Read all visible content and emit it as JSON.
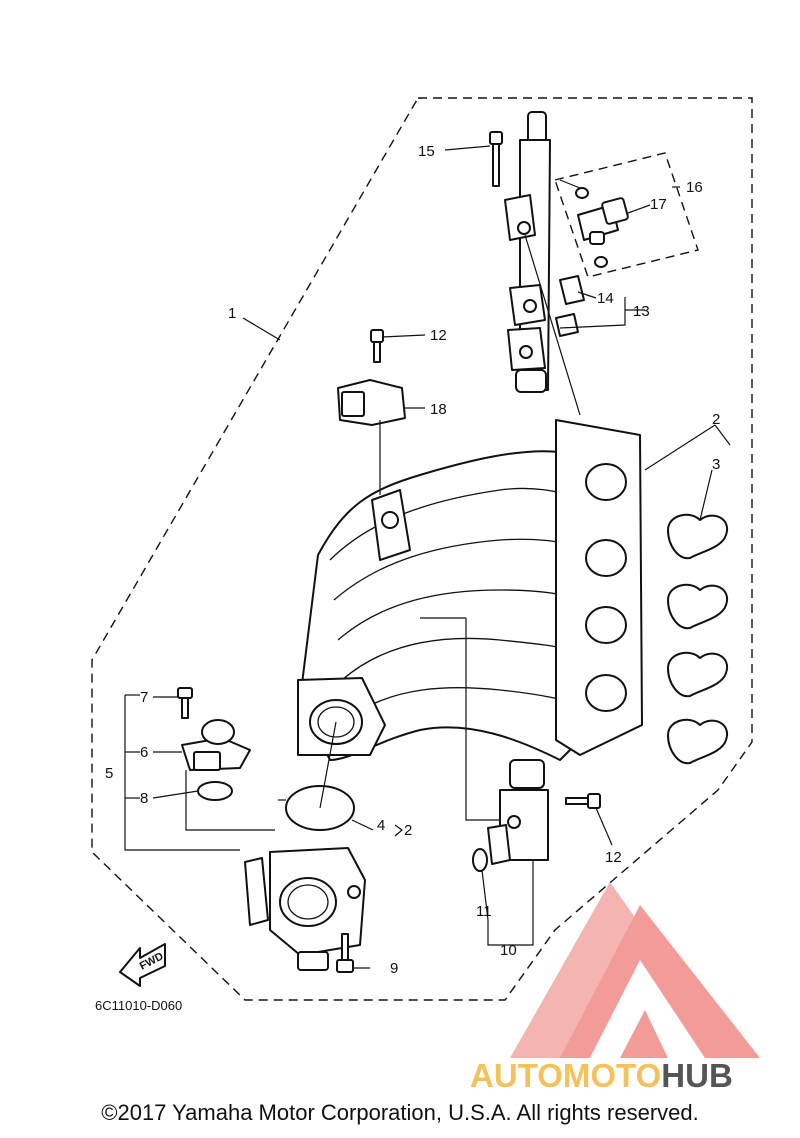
{
  "diagram": {
    "code": "6C11010-D060",
    "fwd_label": "FWD",
    "copyright": "©2017 Yamaha Motor Corporation, U.S.A. All rights reserved.",
    "watermark": {
      "part1": "AUTOMOTO",
      "part2": "HUB",
      "color_primary": "#f08a88",
      "color_secondary": "#f5c15a",
      "color_dark": "#555555"
    },
    "callouts": {
      "c1": "1",
      "c2": "2",
      "c3": "3",
      "c4": "4",
      "c4b": "2",
      "c5": "5",
      "c6": "6",
      "c7": "7",
      "c8": "8",
      "c9": "9",
      "c10": "10",
      "c11": "11",
      "c12a": "12",
      "c12b": "12",
      "c13": "13",
      "c14": "14",
      "c15": "15",
      "c16": "16",
      "c17": "17",
      "c18": "18"
    }
  }
}
